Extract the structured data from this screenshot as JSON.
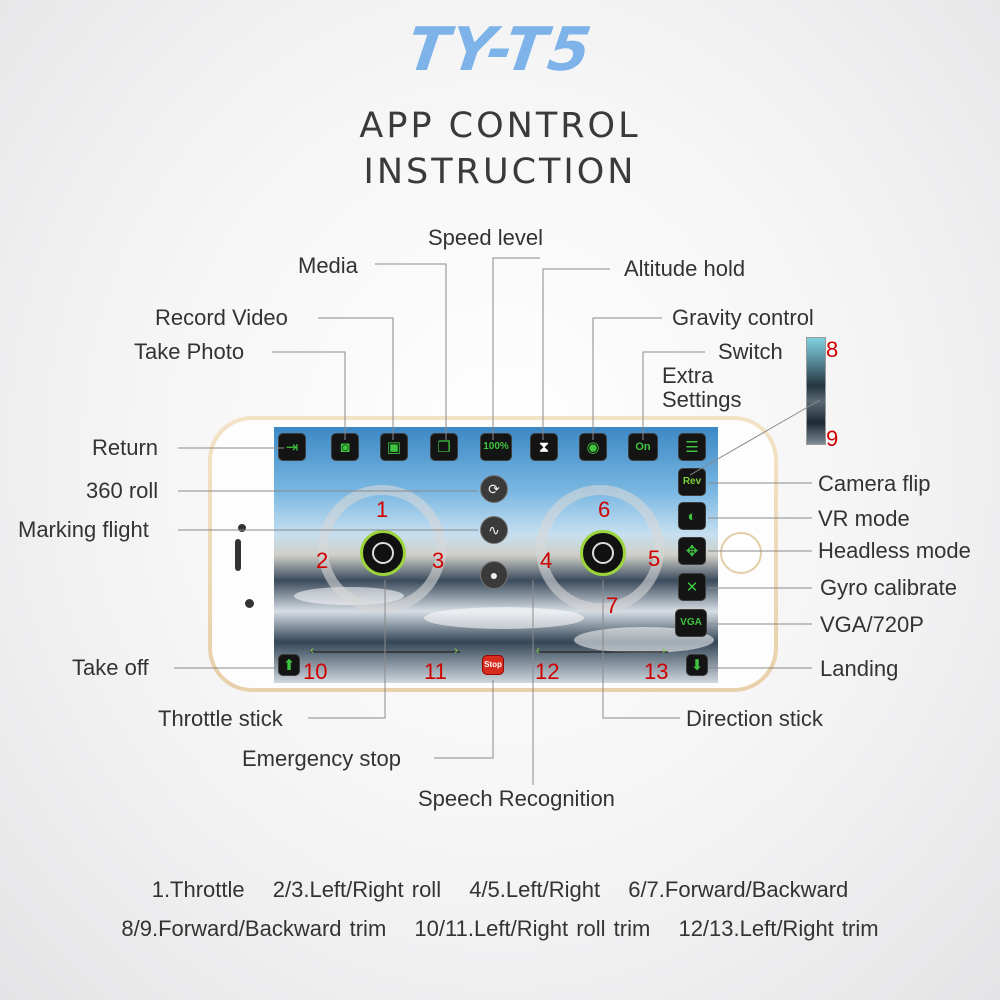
{
  "header": {
    "brand": "TY-T5",
    "title_line1": "APP CONTROL",
    "title_line2": "INSTRUCTION"
  },
  "labels": {
    "speed_level": "Speed level",
    "media": "Media",
    "altitude_hold": "Altitude hold",
    "record_video": "Record Video",
    "gravity_control": "Gravity control",
    "take_photo": "Take Photo",
    "switch": "Switch",
    "extra_settings_1": "Extra",
    "extra_settings_2": "Settings",
    "return": "Return",
    "roll_360": "360 roll",
    "marking_flight": "Marking flight",
    "camera_flip": "Camera flip",
    "vr_mode": "VR mode",
    "headless_mode": "Headless mode",
    "gyro_calibrate": "Gyro calibrate",
    "vga_720p": "VGA/720P",
    "take_off": "Take off",
    "landing": "Landing",
    "throttle_stick": "Throttle stick",
    "direction_stick": "Direction stick",
    "emergency_stop": "Emergency stop",
    "speech_recognition": "Speech Recognition"
  },
  "numbers": [
    "1",
    "2",
    "3",
    "4",
    "5",
    "6",
    "7",
    "8",
    "9",
    "10",
    "11",
    "12",
    "13"
  ],
  "app": {
    "speed_value": "100%",
    "switch_value": "On",
    "camera_flip_text": "Rev",
    "vga_text": "VGA",
    "stop_text": "Stop"
  },
  "legend": {
    "line1": [
      "1.Throttle",
      "2/3.Left/Right roll",
      "4/5.Left/Right",
      "6/7.Forward/Backward"
    ],
    "line2": [
      "8/9.Forward/Backward trim",
      "10/11.Left/Right roll trim",
      "12/13.Left/Right trim"
    ]
  },
  "icons": {
    "return": "exit-icon",
    "photo": "camera-icon",
    "video": "video-camera-icon",
    "media": "gallery-icon",
    "altitude": "hourglass-icon",
    "gravity": "gravity-icon",
    "settings": "list-icon",
    "vr": "vr-icon",
    "headless": "crosshair-icon",
    "gyro": "calibrate-icon",
    "takeoff": "arrow-up-icon",
    "landing": "arrow-down-icon",
    "roll360": "rotate-icon",
    "marking": "path-icon",
    "speech": "microphone-icon"
  },
  "colors": {
    "brand": "#7db3e8",
    "accent_green": "#3ec43e",
    "number_red": "#d00000"
  }
}
